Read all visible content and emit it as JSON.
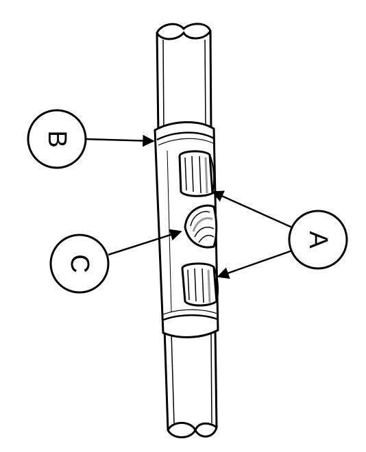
{
  "diagram": {
    "callouts": {
      "a": {
        "label": "A"
      },
      "b": {
        "label": "B"
      },
      "c": {
        "label": "C"
      }
    },
    "colors": {
      "line": "#000000",
      "fill": "#ffffff",
      "shade": "#9a9a9a"
    }
  }
}
